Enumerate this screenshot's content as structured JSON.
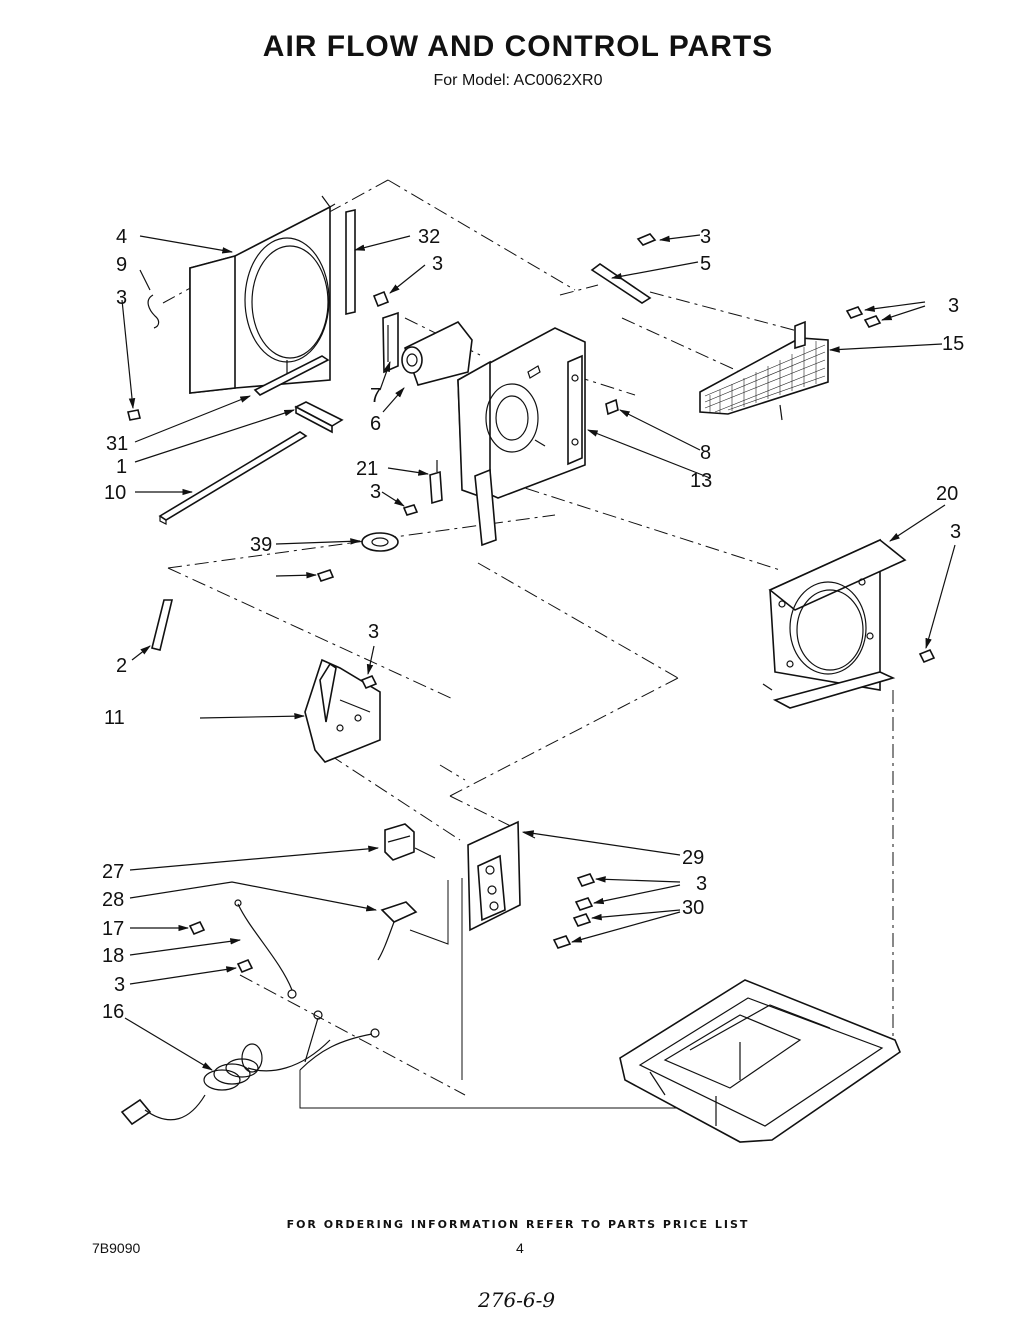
{
  "header": {
    "title": "AIR FLOW AND CONTROL PARTS",
    "subtitle": "For Model: AC0062XR0"
  },
  "callouts": {
    "c1": "1",
    "c2": "2",
    "c3": "3",
    "c4": "4",
    "c5": "5",
    "c6": "6",
    "c7": "7",
    "c8": "8",
    "c9": "9",
    "c10": "10",
    "c11": "11",
    "c13": "13",
    "c15": "15",
    "c16": "16",
    "c17": "17",
    "c18": "18",
    "c20": "20",
    "c21": "21",
    "c27": "27",
    "c28": "28",
    "c29": "29",
    "c30": "30",
    "c31": "31",
    "c32": "32",
    "c39": "39"
  },
  "footer": {
    "ordering_note": "FOR ORDERING INFORMATION REFER TO PARTS PRICE LIST",
    "doc_number": "7B9090",
    "page_number": "4",
    "handwritten_note": "276-6-9"
  }
}
